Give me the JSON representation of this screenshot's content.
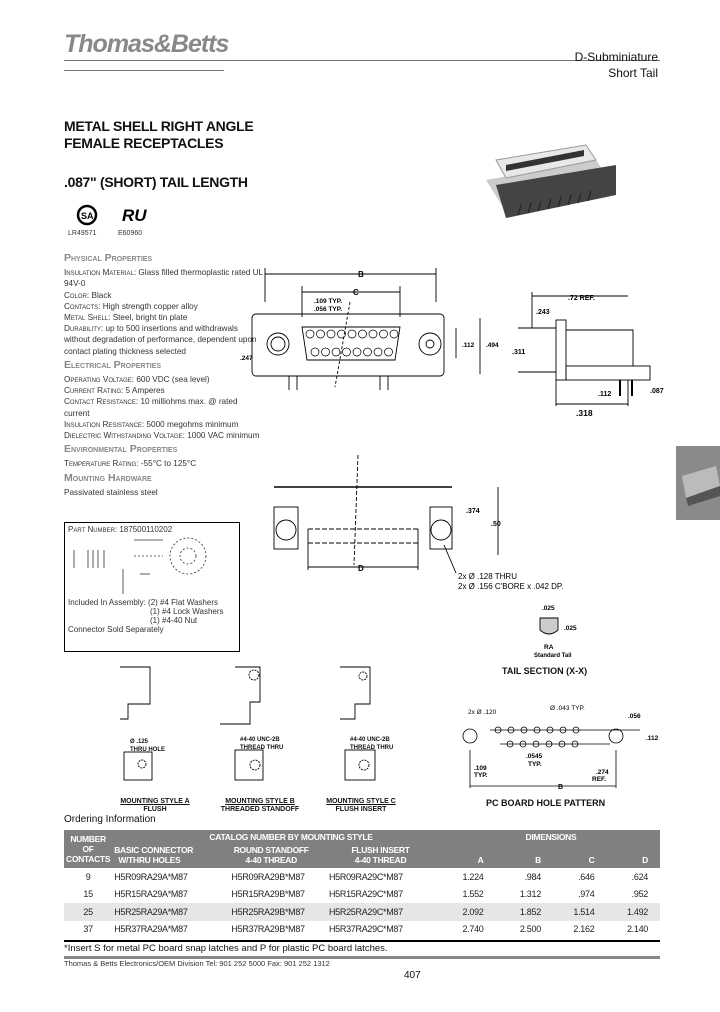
{
  "header": {
    "logo": "Thomas&Betts",
    "category": "D-Subminiature",
    "subcategory": "Short Tail"
  },
  "title": {
    "line1": "METAL SHELL RIGHT ANGLE",
    "line2": "FEMALE RECEPTACLES",
    "subtitle": ".087\" (SHORT) TAIL LENGTH"
  },
  "certifications": [
    {
      "icon": "csa-logo",
      "code": "LR49571"
    },
    {
      "icon": "ul-logo",
      "code": "E60960"
    }
  ],
  "physical": {
    "heading": "Physical Properties",
    "items": [
      {
        "k": "Insulation Material:",
        "v": "Glass filled thermoplastic rated UL 94V-0"
      },
      {
        "k": "Color:",
        "v": "Black"
      },
      {
        "k": "Contacts:",
        "v": "High strength copper alloy"
      },
      {
        "k": "Metal Shell:",
        "v": "Steel, bright tin plate"
      },
      {
        "k": "Durability:",
        "v": "up to 500 insertions and withdrawals without degradation of performance, dependent upon contact plating thickness selected"
      }
    ]
  },
  "electrical": {
    "heading": "Electrical Properties",
    "items": [
      {
        "k": "Operating Voltage:",
        "v": "600 VDC (sea level)"
      },
      {
        "k": "Current Rating:",
        "v": "5 Amperes"
      },
      {
        "k": "Contact Resistance:",
        "v": "10 milliohms max. @ rated current"
      },
      {
        "k": "Insulation Resistance:",
        "v": "5000 megohms minimum"
      },
      {
        "k": "Dielectric Withstanding Voltage:",
        "v": "1000 VAC minimum"
      }
    ]
  },
  "environmental": {
    "heading": "Environmental Properties",
    "items": [
      {
        "k": "Temperature Rating:",
        "v": "-55°C to 125°C"
      }
    ]
  },
  "mounting": {
    "heading": "Mounting Hardware",
    "note": "Passivated stainless steel",
    "part_label": "Part Number:",
    "part_number": "187500110202",
    "included": "Included In Assembly: (2) #4 Flat Washers",
    "included2": "(1) #4 Lock Washers",
    "included3": "(1) #4-40 Nut",
    "sold": "Connector Sold Separately"
  },
  "drawings": {
    "front": {
      "B": "B",
      "C": "C",
      "typ1": ".109 TYP.",
      "typ2": ".056 TYP.",
      "d1": ".112",
      "d2": ".494",
      "d3": ".247"
    },
    "side": {
      "ref": ".72 REF.",
      "a": ".243",
      "b": ".311",
      "c": ".087",
      "d": ".112",
      "e": ".318"
    },
    "bottom": {
      "a": ".374",
      "b": ".50",
      "D": "D",
      "hole1": "2x Ø .128 THRU",
      "hole2": "2x Ø .156 C'BORE x .042 DP."
    },
    "tail": {
      "w": ".025",
      "h": ".025",
      "ra": "RA",
      "std": "Standard Tail",
      "caption": "TAIL SECTION (X-X)"
    },
    "pcb": {
      "hole": "2x Ø .120",
      "typ": "Ø .043 TYP.",
      "a": ".056",
      "b": ".112",
      "c": ".109",
      "c2": "TYP.",
      "d": ".0545",
      "d2": "TYP.",
      "e": ".274",
      "e2": "REF.",
      "B": "B",
      "caption": "PC BOARD HOLE PATTERN"
    },
    "styles": [
      {
        "hole": "Ø .125",
        "hole2": "THRU HOLE",
        "name": "MOUNTING STYLE A",
        "desc": "FLUSH"
      },
      {
        "hole": "#4-40 UNC-2B",
        "hole2": "THREAD THRU",
        "name": "MOUNTING STYLE B",
        "desc": "THREADED STANDOFF"
      },
      {
        "hole": "#4-40 UNC-2B",
        "hole2": "THREAD THRU",
        "name": "MOUNTING STYLE C",
        "desc": "FLUSH INSERT"
      }
    ]
  },
  "ordering": {
    "title": "Ordering Information",
    "headers": {
      "n1": "NUMBER",
      "n2": "OF",
      "n3": "CONTACTS",
      "group": "CATALOG NUMBER BY MOUNTING STYLE",
      "a1": "BASIC CONNECTOR",
      "a2": "W/THRU HOLES",
      "b1": "ROUND STANDOFF",
      "b2": "4-40 THREAD",
      "c1": "FLUSH INSERT",
      "c2": "4-40 THREAD",
      "dims": "DIMENSIONS",
      "A": "A",
      "B": "B",
      "C": "C",
      "D": "D"
    },
    "rows": [
      {
        "n": "9",
        "a": "H5R09RA29A*M87",
        "b": "H5R09RA29B*M87",
        "c": "H5R09RA29C*M87",
        "A": "1.224",
        "B": ".984",
        "C": ".646",
        "D": ".624"
      },
      {
        "n": "15",
        "a": "H5R15RA29A*M87",
        "b": "H5R15RA29B*M87",
        "c": "H5R15RA29C*M87",
        "A": "1.552",
        "B": "1.312",
        "C": ".974",
        "D": ".952"
      },
      {
        "n": "25",
        "a": "H5R25RA29A*M87",
        "b": "H5R25RA29B*M87",
        "c": "H5R25RA29C*M87",
        "A": "2.092",
        "B": "1.852",
        "C": "1.514",
        "D": "1.492"
      },
      {
        "n": "37",
        "a": "H5R37RA29A*M87",
        "b": "H5R37RA29B*M87",
        "c": "H5R37RA29C*M87",
        "A": "2.740",
        "B": "2.500",
        "C": "2.162",
        "D": "2.140"
      }
    ],
    "note": "*Insert S for metal PC board snap latches and P for plastic PC board latches."
  },
  "footer": {
    "contact": "Thomas & Betts Electronics/OEM Division  Tel: 901 252 5000  Fax: 901 252 1312",
    "page": "407"
  },
  "colors": {
    "header_bg": "#808080",
    "alt_row": "#e6e6e6",
    "heading_gray": "#888888"
  }
}
